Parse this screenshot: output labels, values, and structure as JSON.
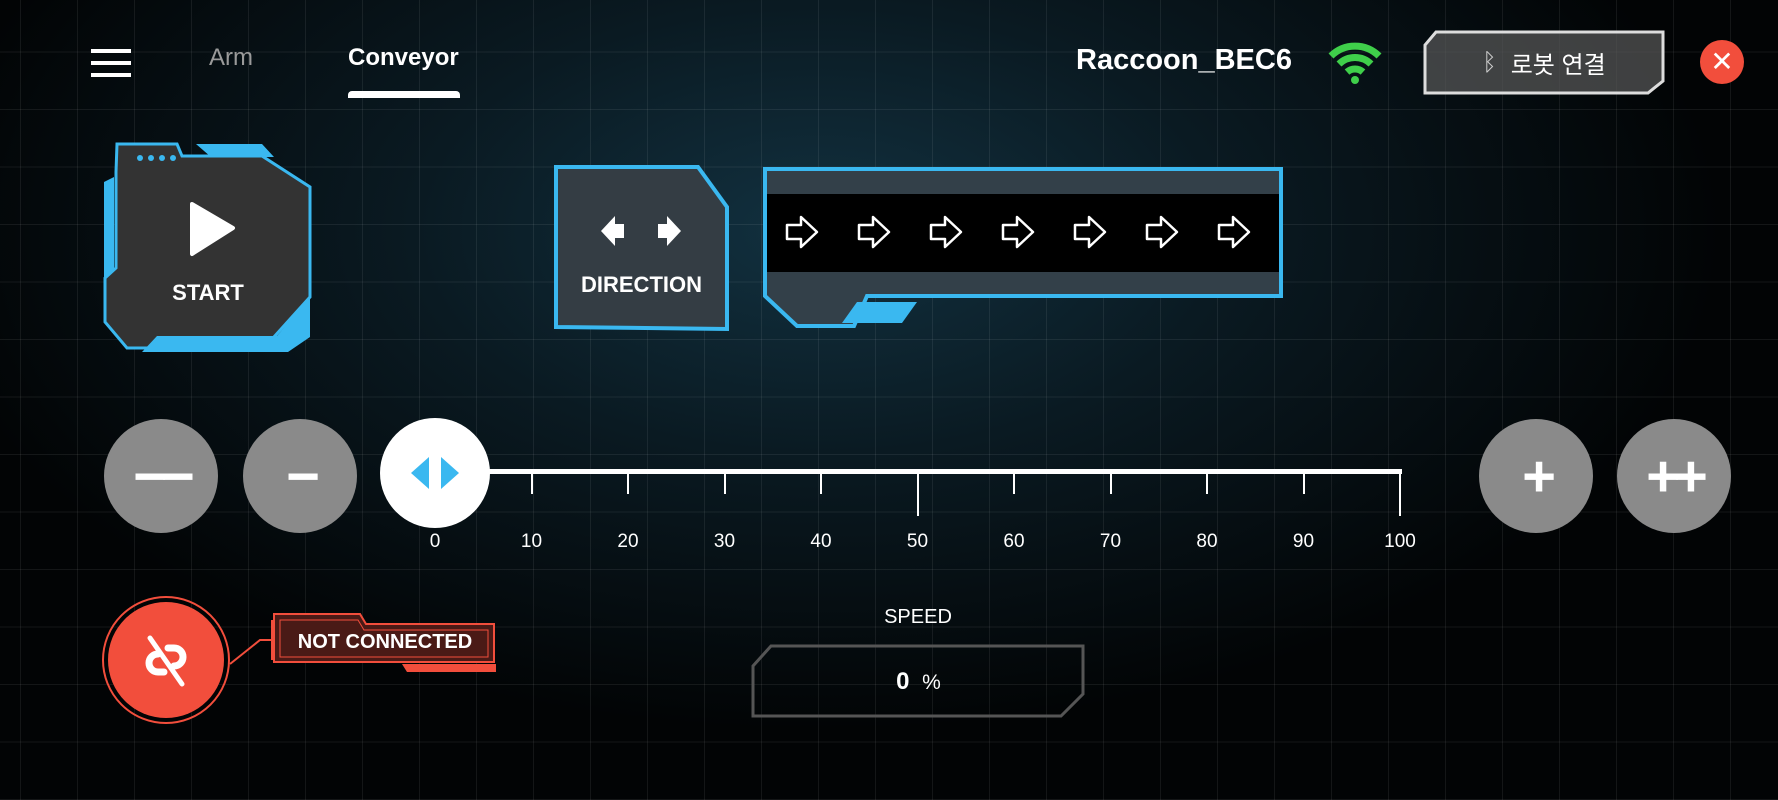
{
  "header": {
    "tabs": [
      {
        "label": "Arm",
        "active": false
      },
      {
        "label": "Conveyor",
        "active": true
      }
    ],
    "device_name": "Raccoon_BEC6",
    "connect_button": "로봇 연결"
  },
  "controls": {
    "start_label": "START",
    "direction_label": "DIRECTION",
    "direction_arrow_count": 7
  },
  "slider": {
    "value": 0,
    "min": 0,
    "max": 100,
    "tick_labels": [
      "0",
      "10",
      "20",
      "30",
      "40",
      "50",
      "60",
      "70",
      "80",
      "90",
      "100"
    ],
    "buttons": {
      "fast_decrease": "−−",
      "decrease": "−",
      "increase": "+",
      "fast_increase": "++"
    }
  },
  "status": {
    "connection": "NOT CONNECTED"
  },
  "speed": {
    "label": "SPEED",
    "value": "0",
    "unit": "%"
  },
  "colors": {
    "accent": "#3ab8f0",
    "error": "#f24e3c",
    "wifi": "#3fcf4a"
  }
}
